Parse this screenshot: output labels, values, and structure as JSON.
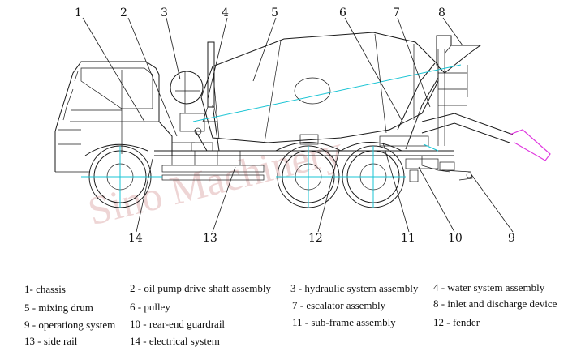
{
  "callouts": [
    "1",
    "2",
    "3",
    "4",
    "5",
    "6",
    "7",
    "8",
    "9",
    "10",
    "11",
    "12",
    "13",
    "14"
  ],
  "watermark": "Sino Machinery",
  "legend": [
    {
      "num": "1",
      "text": "1- chassis"
    },
    {
      "num": "2",
      "text": "2 - oil pump drive shaft assembly"
    },
    {
      "num": "3",
      "text": "3 - hydraulic system assembly"
    },
    {
      "num": "4",
      "text": "4 - water system assembly"
    },
    {
      "num": "5",
      "text": "5 - mixing drum"
    },
    {
      "num": "6",
      "text": "6 - pulley"
    },
    {
      "num": "7",
      "text": "7 - escalator assembly"
    },
    {
      "num": "8",
      "text": "8 - inlet and discharge device"
    },
    {
      "num": "9",
      "text": "9 - operationg system"
    },
    {
      "num": "10",
      "text": "10 - rear-end guardrail"
    },
    {
      "num": "11",
      "text": "11 - sub-frame assembly"
    },
    {
      "num": "12",
      "text": "12 - fender"
    },
    {
      "num": "13",
      "text": "13 - side rail"
    },
    {
      "num": "14",
      "text": "14 - electrical system"
    }
  ],
  "colors": {
    "axis": "#19c4d4",
    "chute": "#e03adf",
    "line": "#1a1a1a",
    "watermark": "#d08a8a"
  }
}
